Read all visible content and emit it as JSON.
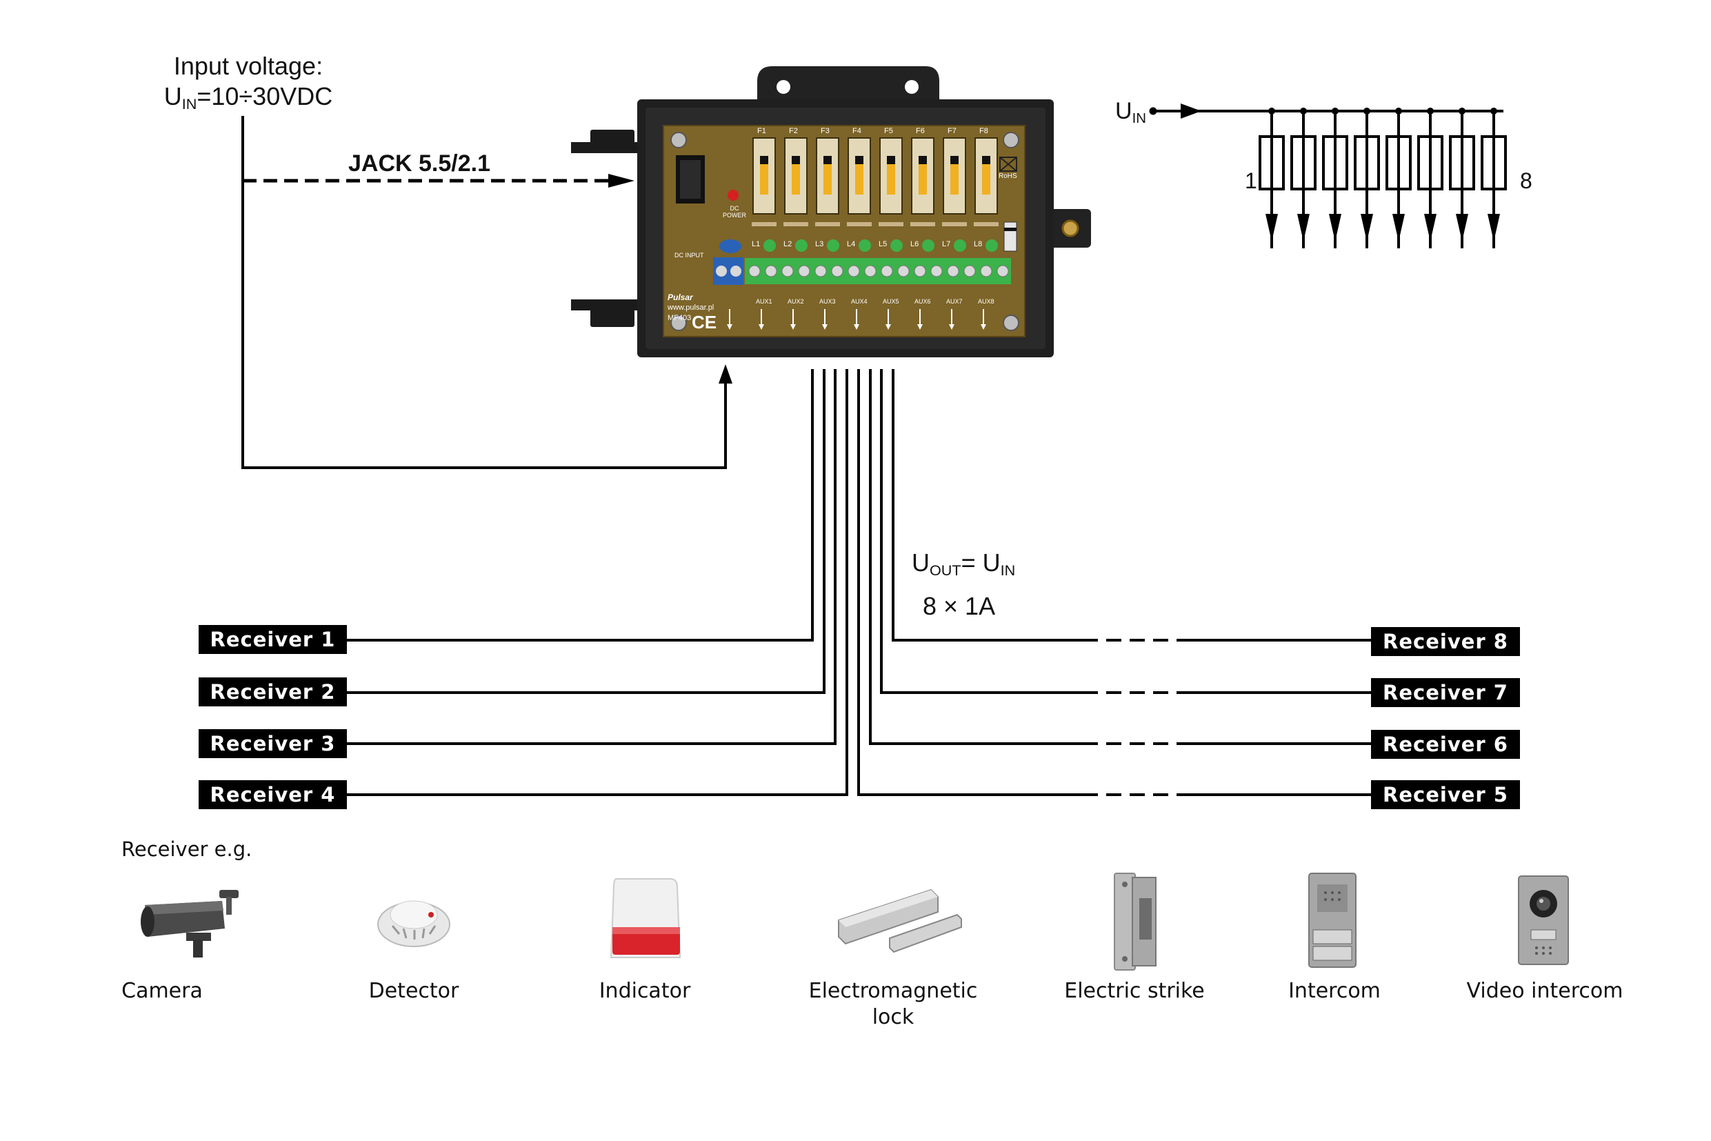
{
  "input": {
    "title": "Input voltage:",
    "u_symbol": "U",
    "u_sub": "IN",
    "range": "=10÷30VDC",
    "jack_label": "JACK 5.5/2.1"
  },
  "output": {
    "u_symbol": "U",
    "out_sub": "OUT",
    "equals": "= U",
    "in_sub": "IN",
    "rating": "8 × 1A"
  },
  "schematic": {
    "u_symbol": "U",
    "u_sub": "IN",
    "first_index": "1",
    "last_index": "8"
  },
  "receivers": {
    "left": [
      "Receiver 1",
      "Receiver 2",
      "Receiver 3",
      "Receiver 4"
    ],
    "right": [
      "Receiver 8",
      "Receiver 7",
      "Receiver 6",
      "Receiver 5"
    ]
  },
  "examples": {
    "heading": "Receiver e.g.",
    "items": [
      {
        "label": "Camera",
        "icon": "camera-icon"
      },
      {
        "label": "Detector",
        "icon": "smoke-detector-icon"
      },
      {
        "label": "Indicator",
        "icon": "siren-icon"
      },
      {
        "label": "Electromagnetic lock",
        "icon": "electromagnetic-lock-icon"
      },
      {
        "label": "Electric strike",
        "icon": "electric-strike-icon"
      },
      {
        "label": "Intercom",
        "icon": "intercom-icon"
      },
      {
        "label": "Video intercom",
        "icon": "video-intercom-icon"
      }
    ]
  },
  "device": {
    "brand": "Pulsar",
    "website": "www.pulsar.pl",
    "model": "MF403",
    "fuses": [
      "F1",
      "F2",
      "F3",
      "F4",
      "F5",
      "F6",
      "F7",
      "F8"
    ],
    "leds": [
      "L1",
      "L2",
      "L3",
      "L4",
      "L5",
      "L6",
      "L7",
      "L8"
    ],
    "outputs": [
      "AUX1",
      "AUX2",
      "AUX3",
      "AUX4",
      "AUX5",
      "AUX6",
      "AUX7",
      "AUX8"
    ],
    "dc_power": "DC POWER",
    "dc_input": "DC INPUT",
    "ce_mark": "CE",
    "rohs": "RoHS"
  },
  "colors": {
    "pcb": "#7d6428",
    "enclosure": "#1c1c1c",
    "terminal_green": "#3bb24a",
    "terminal_blue": "#2a62b8",
    "siren_red": "#d8242a"
  }
}
